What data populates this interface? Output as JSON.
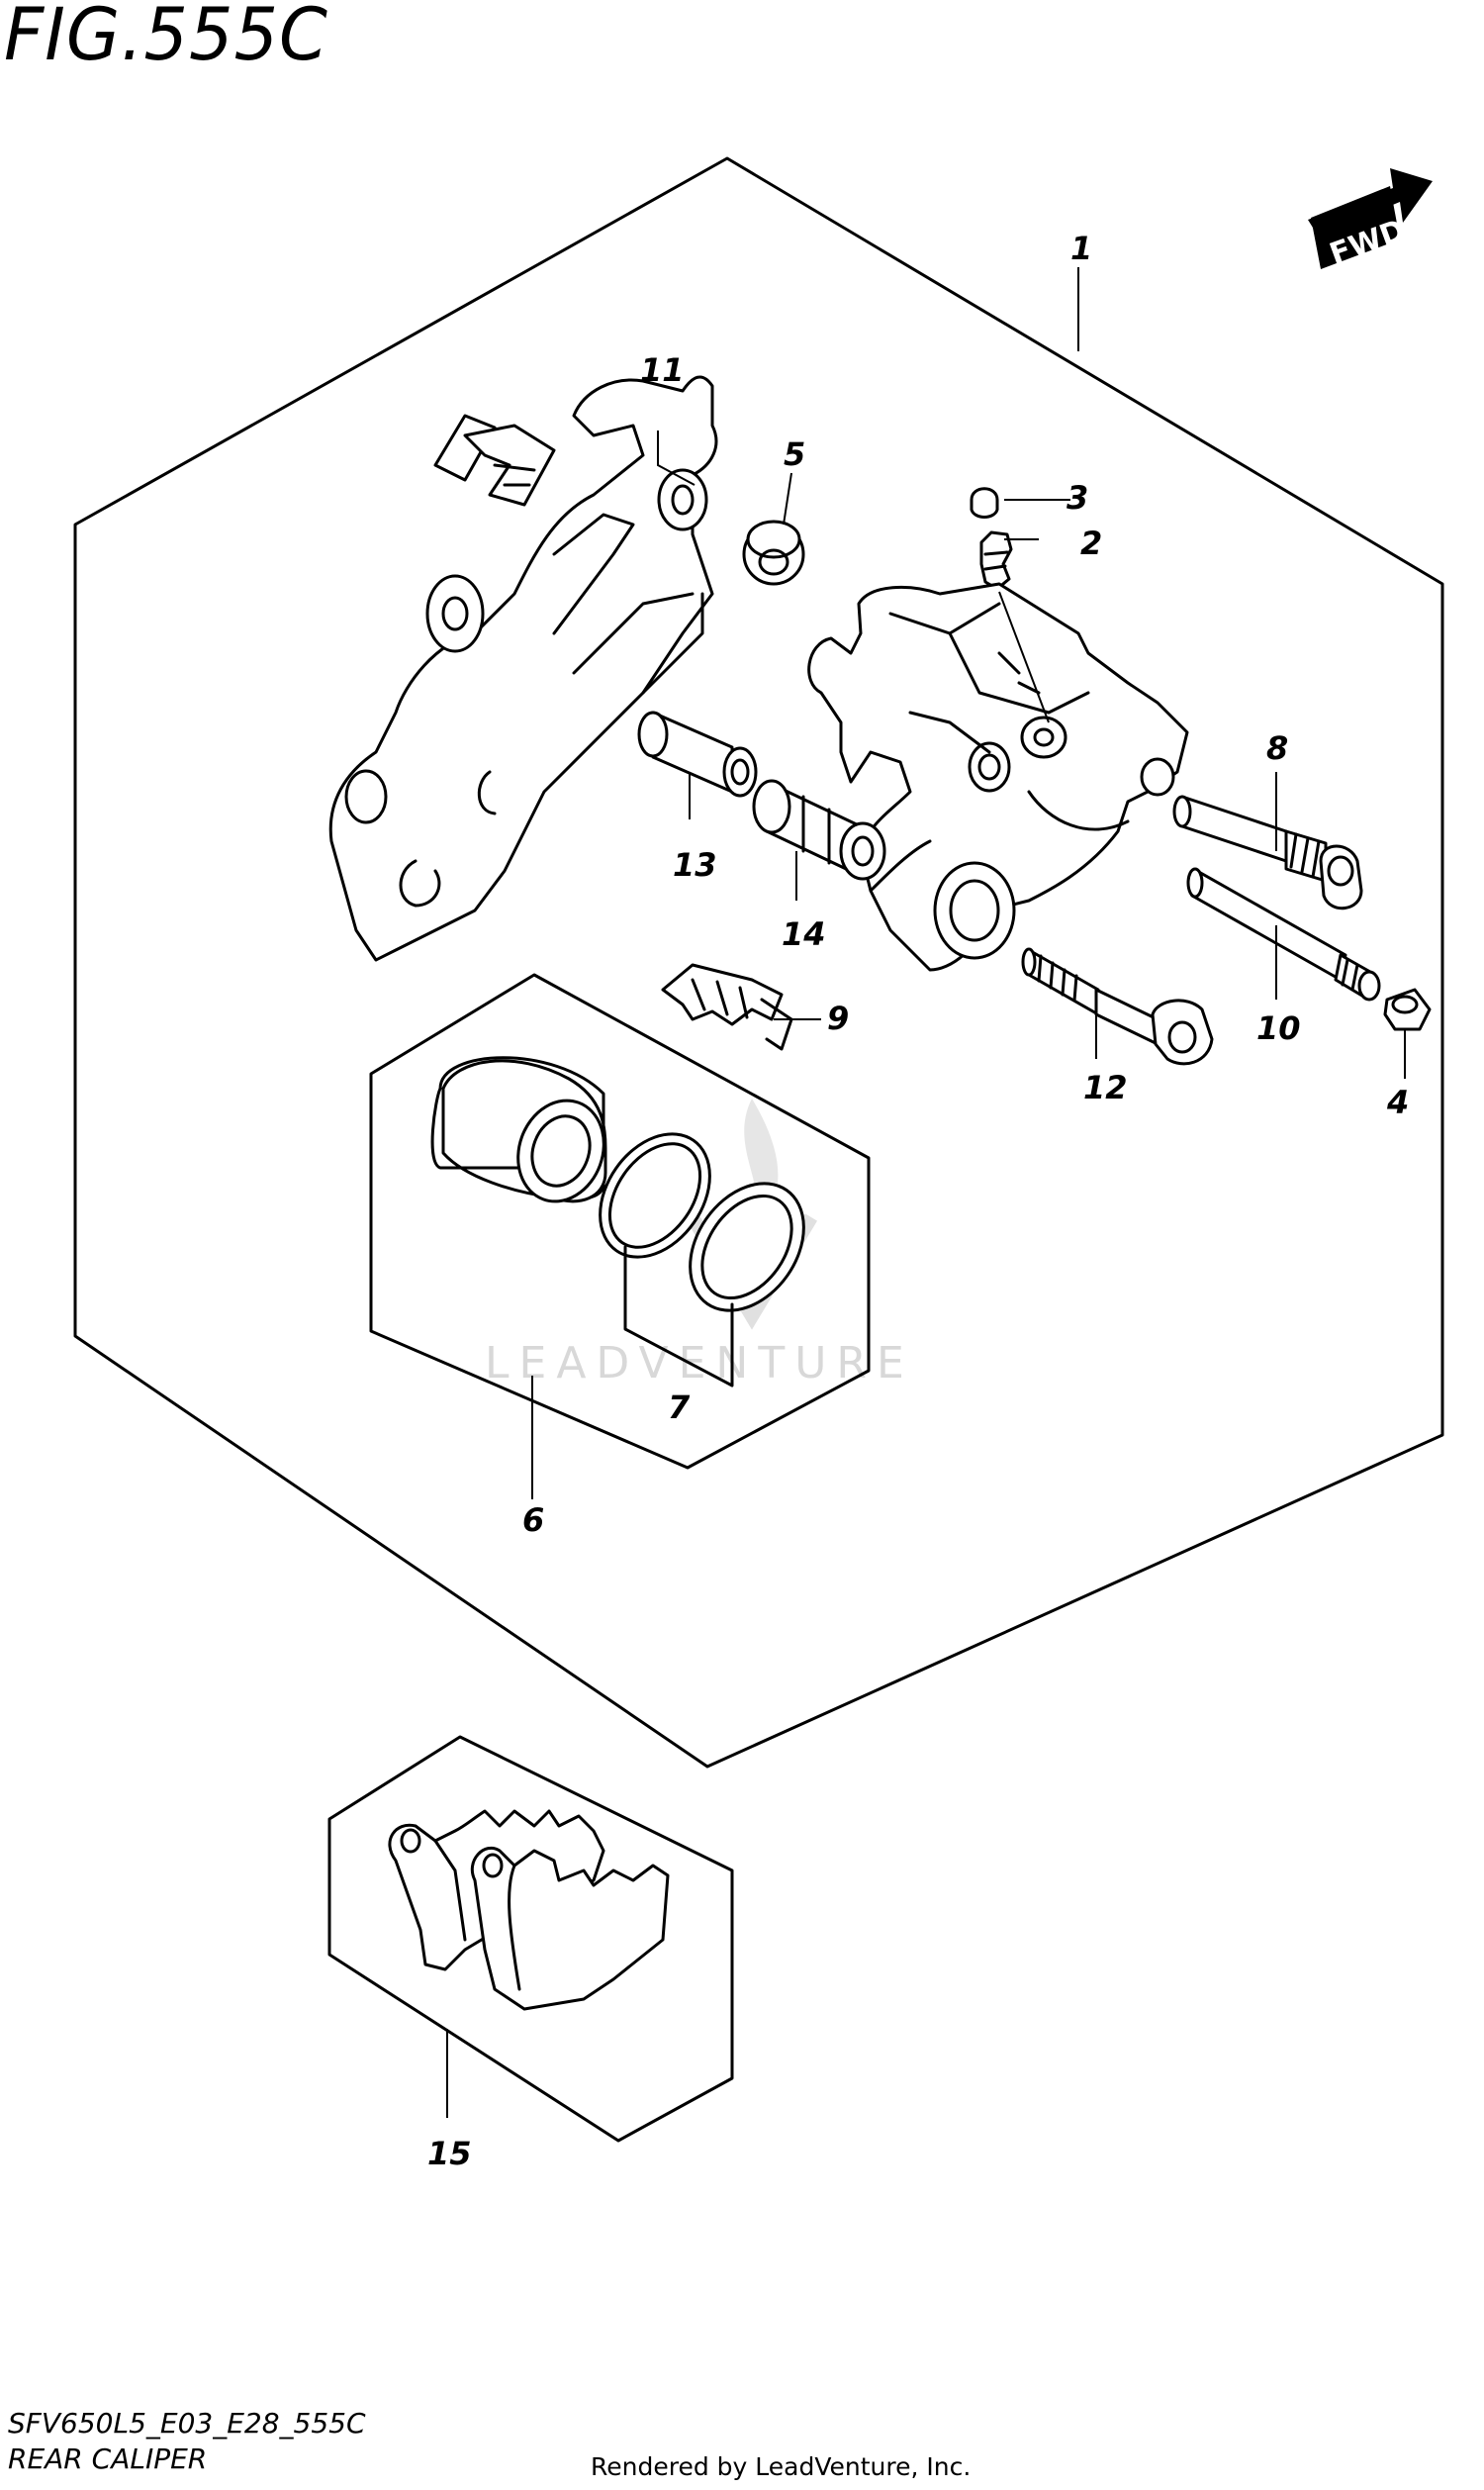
{
  "figure_title": "FIG.555C",
  "model_code": "SFV650L5_E03_E28_555C",
  "caption": "REAR CALIPER",
  "footer": "Rendered by LeadVenture, Inc.",
  "watermark": "LEADVENTURE",
  "direction_badge": "FWD",
  "callouts": {
    "c1": "1",
    "c2": "2",
    "c3": "3",
    "c4": "4",
    "c5": "5",
    "c6": "6",
    "c7": "7",
    "c8": "8",
    "c9": "9",
    "c10": "10",
    "c11": "11",
    "c12": "12",
    "c13": "13",
    "c14": "14",
    "c15": "15"
  }
}
